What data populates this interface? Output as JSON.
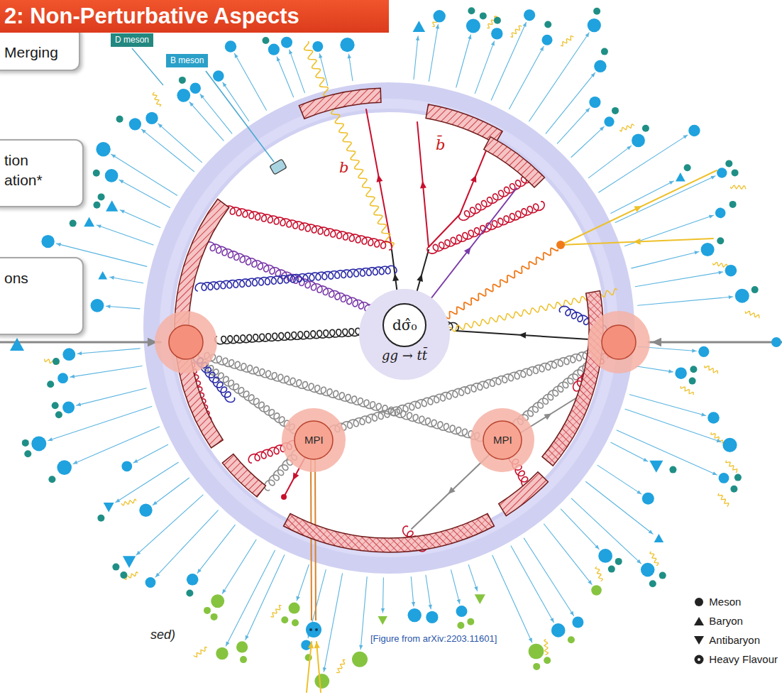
{
  "diagram": {
    "title": "2: Non-Perturbative Aspects",
    "nodes": [
      {
        "text": [
          "D meson"
        ]
      },
      {
        "text": [
          "Merging"
        ]
      },
      {
        "text": [
          "B meson"
        ]
      },
      {
        "text": [
          "tion",
          "ation*"
        ]
      },
      {
        "text": [
          "ons"
        ]
      },
      {
        "text": [
          "dσ̂₀",
          "gg → tt̄"
        ]
      },
      {
        "text": [
          "MPI"
        ]
      },
      {
        "text": [
          "MPI"
        ]
      }
    ],
    "labels": [
      "b",
      "b̄",
      "sed)",
      "[Figure from arXiv:2203.11601]"
    ],
    "legend": [
      {
        "text": "Meson"
      },
      {
        "text": "Baryon"
      },
      {
        "text": "Antibaryon"
      },
      {
        "text": "Heavy Flavour"
      }
    ]
  }
}
